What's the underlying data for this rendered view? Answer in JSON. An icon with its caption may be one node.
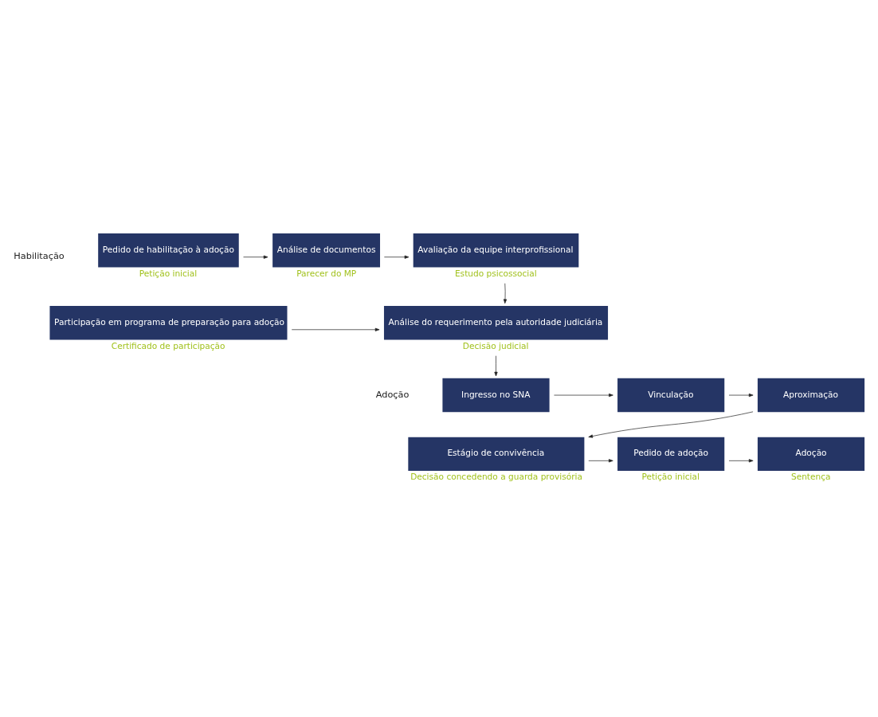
{
  "diagram": {
    "nodes": [
      {
        "text": [
          "Pedido de habilitação à adoção"
        ],
        "beside": [
          "Petição inicial"
        ]
      },
      {
        "text": [
          "Análise de documentos"
        ],
        "beside": [
          "Parecer do MP"
        ]
      },
      {
        "text": [
          "Avaliação da equipe interprofissional"
        ],
        "beside": [
          "Estudo psicossocial"
        ]
      },
      {
        "text": [
          "Participação em programa de preparação para adoção"
        ],
        "beside": [
          "Certificado de participação"
        ]
      },
      {
        "text": [
          "Análise do requerimento pela autoridade judiciária"
        ],
        "beside": [
          "Decisão judicial"
        ]
      },
      {
        "text": [
          "Ingresso no SNA"
        ]
      },
      {
        "text": [
          "Vinculação"
        ]
      },
      {
        "text": [
          "Aproximação"
        ]
      },
      {
        "text": [
          "Estágio de convivência"
        ],
        "beside": [
          "Decisão concedendo a guarda provisória"
        ]
      },
      {
        "text": [
          "Pedido de adoção"
        ],
        "beside": [
          "Petição inicial"
        ]
      },
      {
        "text": [
          "Adoção"
        ],
        "beside": [
          "Sentença"
        ]
      }
    ],
    "edges": [
      {
        "from": 0,
        "to": 1,
        "arrow": "to"
      },
      {
        "from": 1,
        "to": 2,
        "arrow": "to"
      },
      {
        "from": 2,
        "to": 4,
        "arrow": "to"
      },
      {
        "from": 3,
        "to": 4,
        "arrow": "to"
      },
      {
        "from": 4,
        "to": 5,
        "arrow": "to"
      },
      {
        "from": 5,
        "to": 6,
        "arrow": "to"
      },
      {
        "from": 6,
        "to": 7,
        "arrow": "to"
      },
      {
        "from": 7,
        "to": 8,
        "arrow": "to"
      },
      {
        "from": 8,
        "to": 9,
        "arrow": "to"
      },
      {
        "from": 9,
        "to": 10,
        "arrow": "to"
      }
    ],
    "labels": [
      "Habilitação",
      "Adoção"
    ]
  }
}
